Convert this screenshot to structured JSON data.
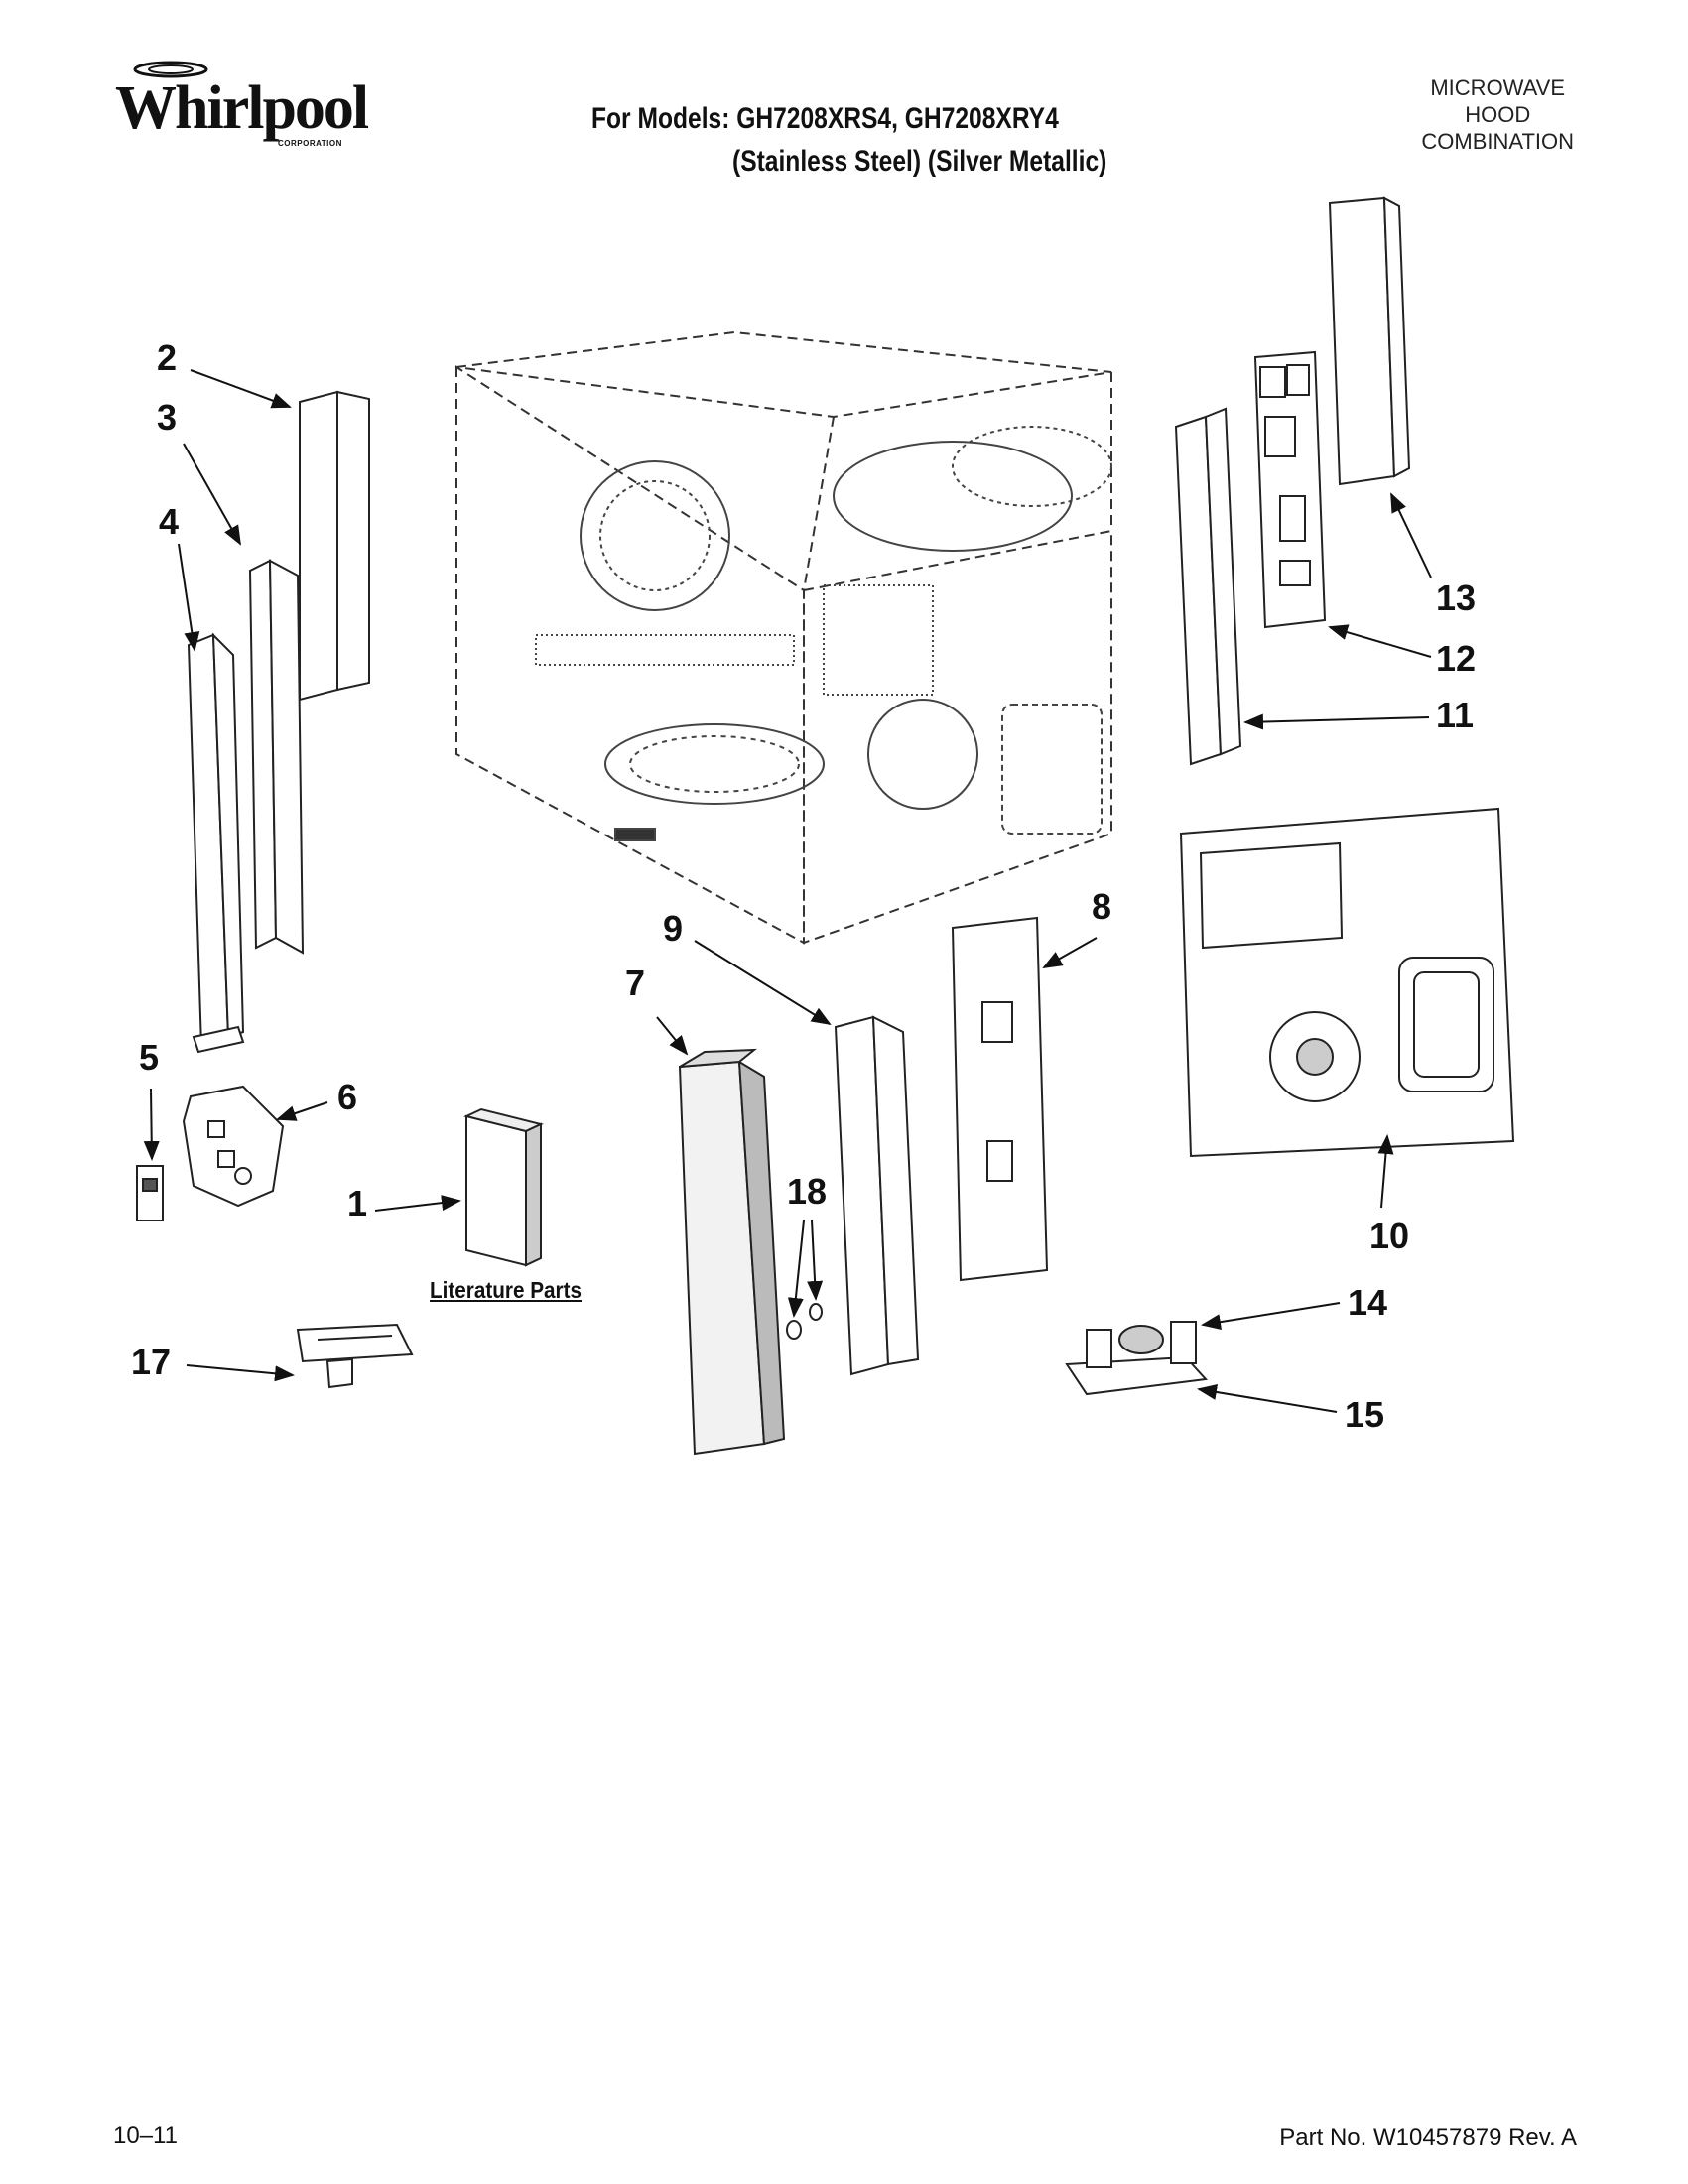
{
  "brand": {
    "name": "Whirlpool",
    "subtext": "CORPORATION"
  },
  "title": {
    "line1": "For Models: GH7208XRS4, GH7208XRY4",
    "line2": "(Stainless Steel) (Silver Metallic)"
  },
  "category": {
    "line1": "MICROWAVE",
    "line2": "HOOD",
    "line3": "COMBINATION"
  },
  "diagram": {
    "callouts": [
      "1",
      "2",
      "3",
      "4",
      "5",
      "6",
      "7",
      "8",
      "9",
      "10",
      "11",
      "12",
      "13",
      "14",
      "15",
      "17",
      "18"
    ],
    "literature_label": "Literature Parts"
  },
  "footer": {
    "date": "10–11",
    "part_number": "Part No. W10457879 Rev. A"
  }
}
